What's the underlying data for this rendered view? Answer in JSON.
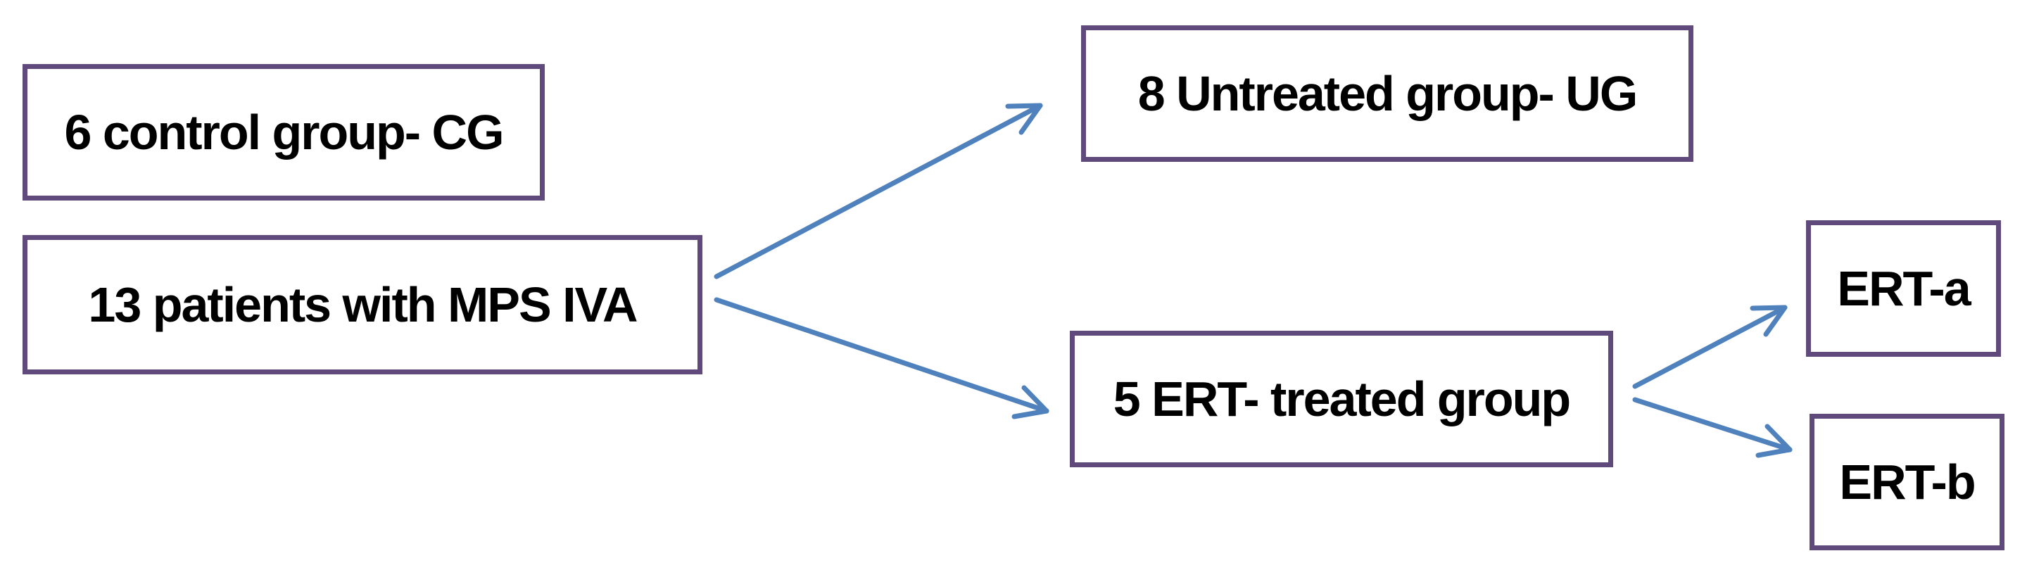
{
  "diagram": {
    "nodes": {
      "control": "6 control group- CG",
      "patients": "13 patients with MPS IVA",
      "untreated": "8 Untreated group- UG",
      "treated": "5 ERT- treated group",
      "erta": "ERT-a",
      "ertb": "ERT-b"
    },
    "edges": [
      {
        "from": "patients",
        "to": "untreated"
      },
      {
        "from": "patients",
        "to": "treated"
      },
      {
        "from": "treated",
        "to": "erta"
      },
      {
        "from": "treated",
        "to": "ertb"
      }
    ],
    "colors": {
      "box_border": "#604a7b",
      "arrow": "#4f81bd",
      "text": "#000000",
      "background": "#ffffff"
    }
  }
}
